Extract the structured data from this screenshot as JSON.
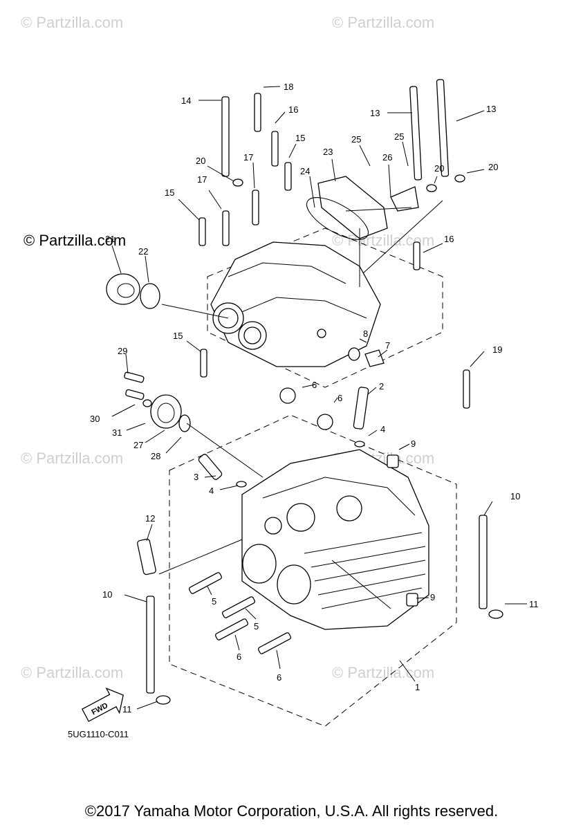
{
  "diagram_code": "5UG1110-C011",
  "copyright": "©2017 Yamaha Motor Corporation, U.S.A. All rights reserved.",
  "fwd_label": "FWD",
  "watermark": "© Partzilla.com",
  "part_numbers": [
    "1",
    "2",
    "3",
    "4",
    "4",
    "5",
    "5",
    "6",
    "6",
    "6",
    "6",
    "7",
    "8",
    "9",
    "9",
    "10",
    "10",
    "11",
    "11",
    "12",
    "13",
    "13",
    "14",
    "15",
    "15",
    "15",
    "16",
    "16",
    "17",
    "17",
    "18",
    "19",
    "20",
    "20",
    "20",
    "21",
    "22",
    "23",
    "24",
    "25",
    "25",
    "26",
    "27",
    "28",
    "29",
    "30",
    "31"
  ]
}
